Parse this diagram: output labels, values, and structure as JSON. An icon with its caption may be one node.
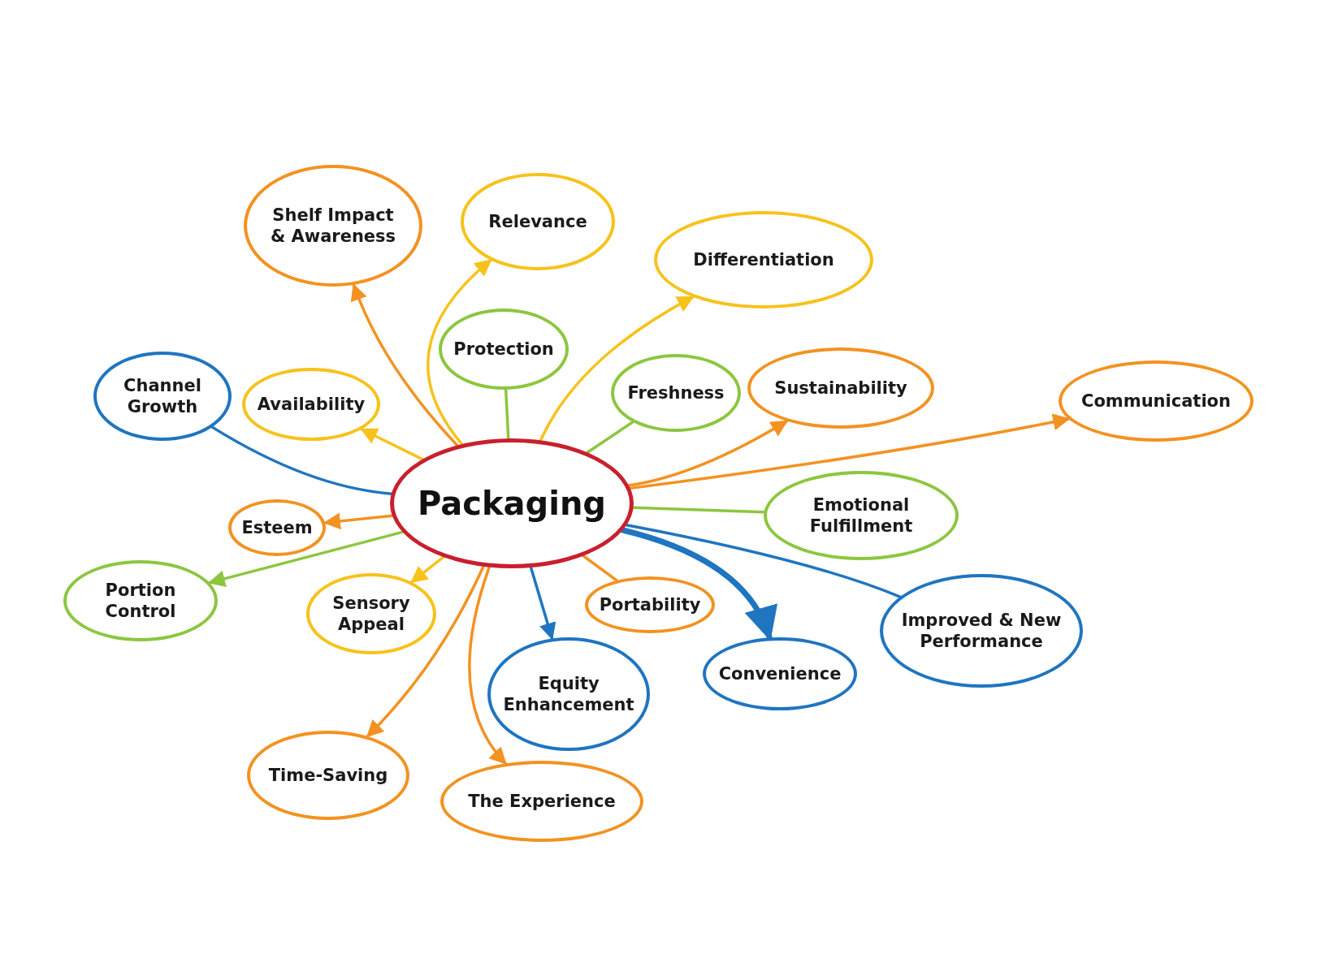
{
  "diagram": {
    "nodes": [
      {
        "text": [
          "Packaging"
        ]
      },
      {
        "text": [
          "Shelf Impact & Awareness"
        ]
      },
      {
        "text": [
          "Relevance"
        ]
      },
      {
        "text": [
          "Differentiation"
        ]
      },
      {
        "text": [
          "Protection"
        ]
      },
      {
        "text": [
          "Freshness"
        ]
      },
      {
        "text": [
          "Channel Growth"
        ]
      },
      {
        "text": [
          "Availability"
        ]
      },
      {
        "text": [
          "Sustainability"
        ]
      },
      {
        "text": [
          "Communication"
        ]
      },
      {
        "text": [
          "Esteem"
        ]
      },
      {
        "text": [
          "Emotional Fulfillment"
        ]
      },
      {
        "text": [
          "Portion Control"
        ]
      },
      {
        "text": [
          "Sensory Appeal"
        ]
      },
      {
        "text": [
          "Portability"
        ]
      },
      {
        "text": [
          "Convenience"
        ]
      },
      {
        "text": [
          "Improved & New Performance"
        ]
      },
      {
        "text": [
          "Equity Enhancement"
        ]
      },
      {
        "text": [
          "Time-Saving"
        ]
      },
      {
        "text": [
          "The Experience"
        ]
      }
    ],
    "edges": [
      {
        "from": 0,
        "to": 1,
        "arrow": "to"
      },
      {
        "from": 0,
        "to": 2,
        "arrow": "to",
        "color": "#f7c21b"
      },
      {
        "from": 0,
        "to": 3,
        "arrow": "to",
        "color": "#f7c21b"
      },
      {
        "from": 0,
        "to": 4,
        "arrow": "none",
        "color": "#8cc63f"
      },
      {
        "from": 0,
        "to": 5,
        "arrow": "none",
        "color": "#8cc63f"
      },
      {
        "from": 0,
        "to": 6,
        "arrow": "none",
        "color": "#1f75c0"
      },
      {
        "from": 0,
        "to": 7,
        "arrow": "to",
        "color": "#f7c21b"
      },
      {
        "from": 0,
        "to": 8,
        "arrow": "to"
      },
      {
        "from": 0,
        "to": 9,
        "arrow": "to"
      },
      {
        "from": 0,
        "to": 10,
        "arrow": "to"
      },
      {
        "from": 0,
        "to": 11,
        "arrow": "none",
        "color": "#8cc63f"
      },
      {
        "from": 0,
        "to": 12,
        "arrow": "to",
        "color": "#8cc63f"
      },
      {
        "from": 0,
        "to": 13,
        "arrow": "to",
        "color": "#f7c21b"
      },
      {
        "from": 0,
        "to": 14,
        "arrow": "none"
      },
      {
        "from": 0,
        "to": 15,
        "arrow": "to",
        "style": "thick",
        "color": "#1f75c0"
      },
      {
        "from": 0,
        "to": 16,
        "arrow": "none",
        "color": "#1f75c0"
      },
      {
        "from": 0,
        "to": 17,
        "arrow": "to",
        "color": "#1f75c0"
      },
      {
        "from": 0,
        "to": 18,
        "arrow": "to"
      },
      {
        "from": 0,
        "to": 19,
        "arrow": "to"
      }
    ]
  }
}
